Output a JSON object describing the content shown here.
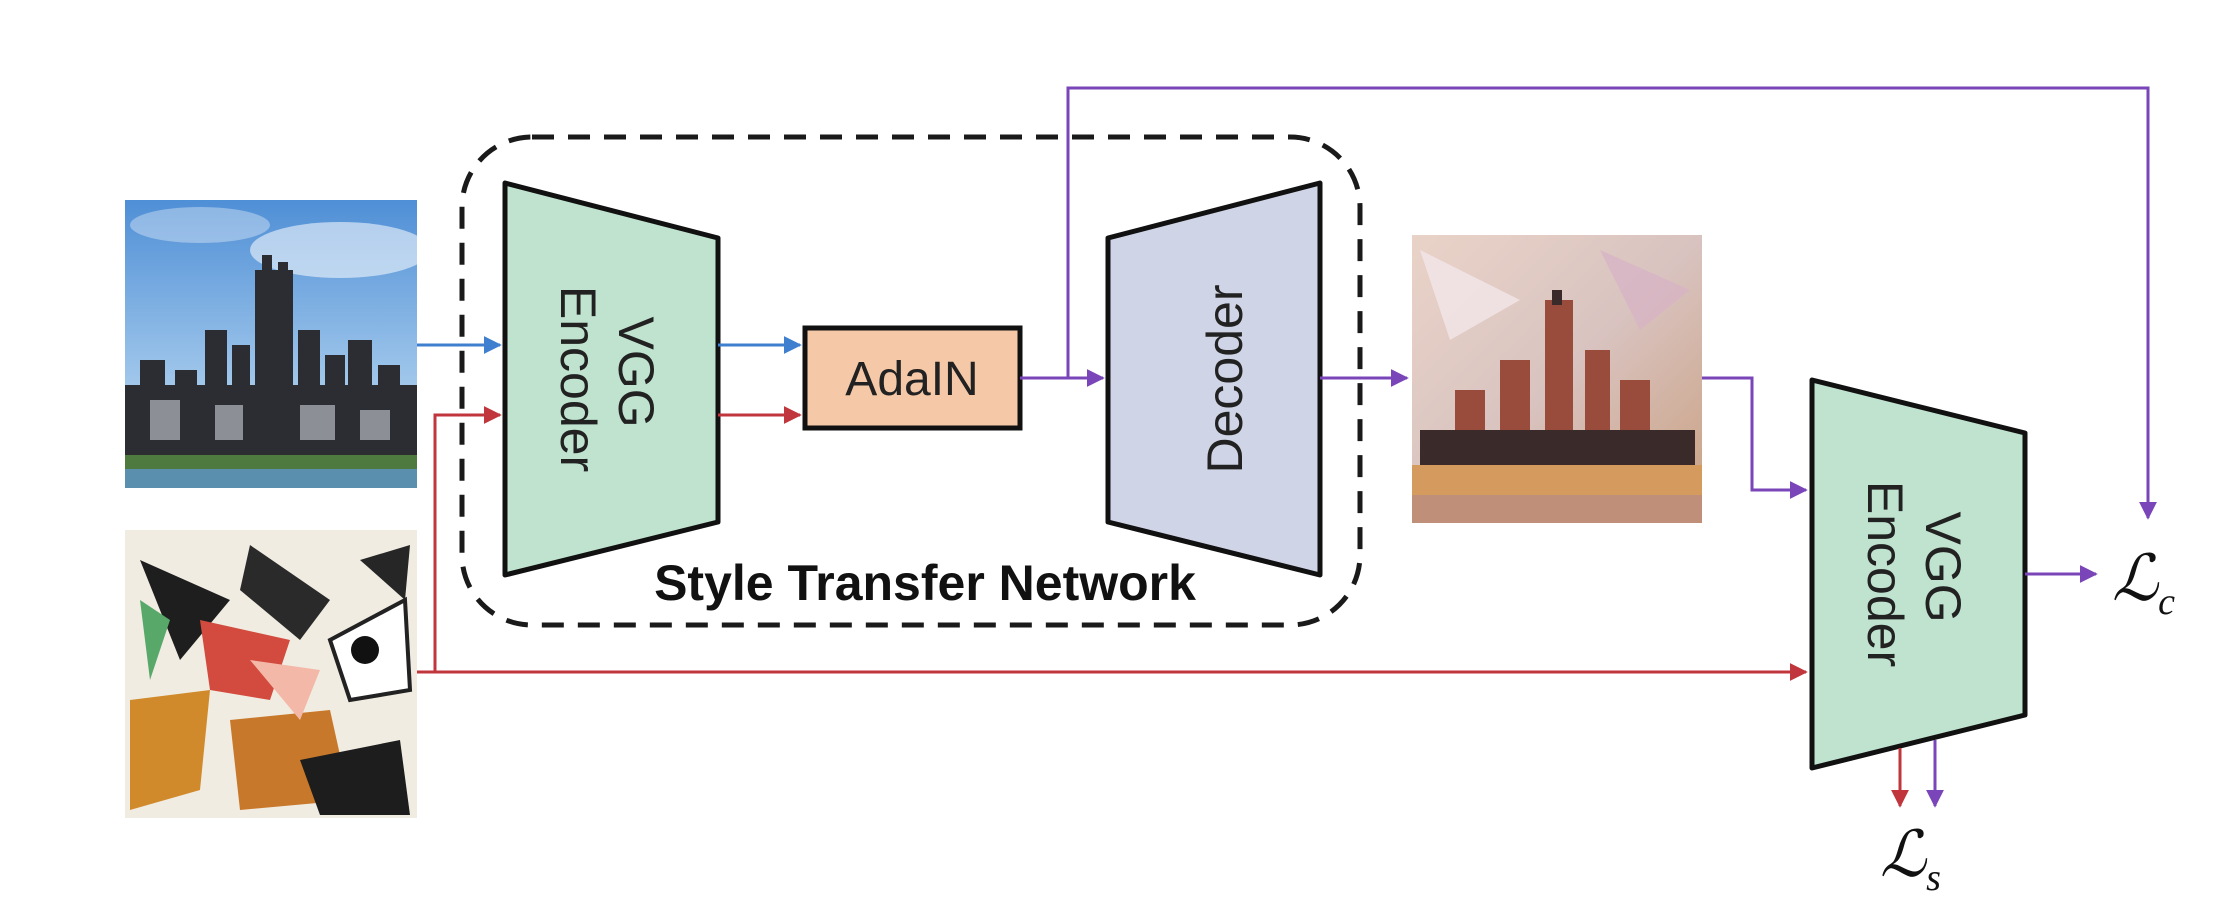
{
  "diagram": {
    "network_label": "Style Transfer Network",
    "encoder": {
      "line1": "VGG",
      "line2": "Encoder"
    },
    "adain": "AdaIN",
    "decoder": "Decoder",
    "loss_encoder": {
      "line1": "VGG",
      "line2": "Encoder"
    },
    "loss_content": {
      "symbol": "ℒ",
      "sub": "c"
    },
    "loss_style": {
      "symbol": "ℒ",
      "sub": "s"
    }
  },
  "colors": {
    "content_arrow": "#3f7fcf",
    "style_arrow": "#c0363c",
    "output_arrow": "#7a45b8",
    "encoder_fill": "#bfe3cf",
    "adain_fill": "#f5c9a8",
    "decoder_fill": "#cfd5e6"
  }
}
